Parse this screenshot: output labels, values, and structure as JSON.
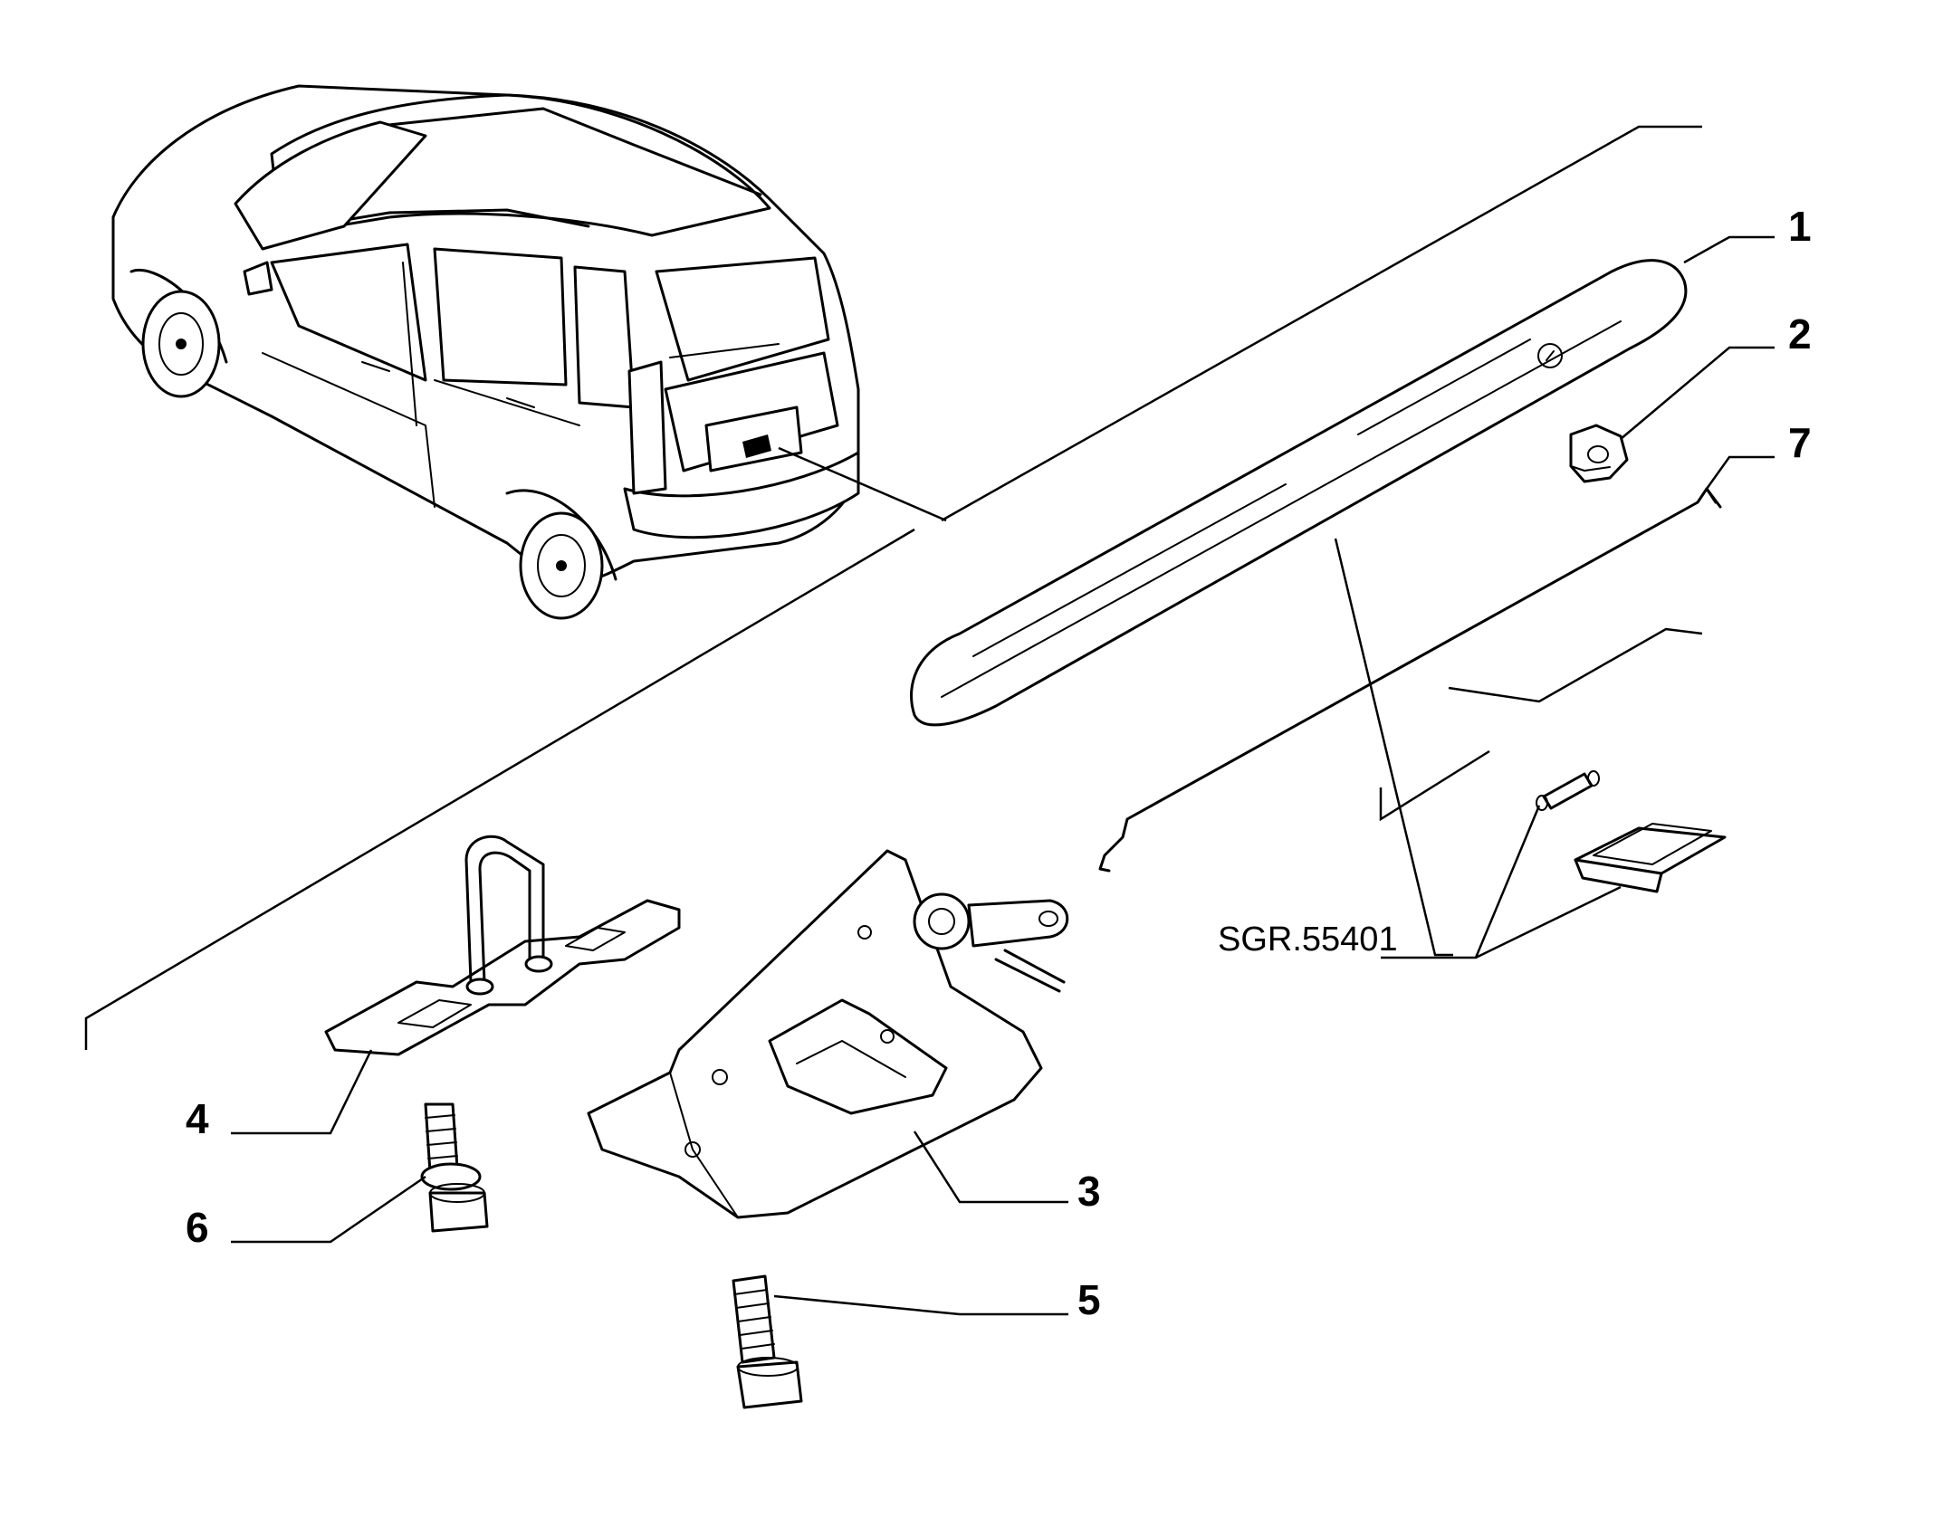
{
  "diagram": {
    "reference_code": "SGR.55401",
    "callouts": {
      "c1": "1",
      "c2": "2",
      "c3": "3",
      "c4": "4",
      "c5": "5",
      "c6": "6",
      "c7": "7"
    },
    "parts": [
      {
        "id": "1",
        "icon": "tailgate-handle-trim"
      },
      {
        "id": "2",
        "icon": "hex-nut"
      },
      {
        "id": "3",
        "icon": "tailgate-lock-mechanism"
      },
      {
        "id": "4",
        "icon": "striker-plate"
      },
      {
        "id": "5",
        "icon": "screw"
      },
      {
        "id": "6",
        "icon": "screw-with-washer"
      },
      {
        "id": "7",
        "icon": "control-rod"
      }
    ],
    "extra_icons": [
      "car-rear-view",
      "bulb",
      "lamp-cover"
    ]
  }
}
